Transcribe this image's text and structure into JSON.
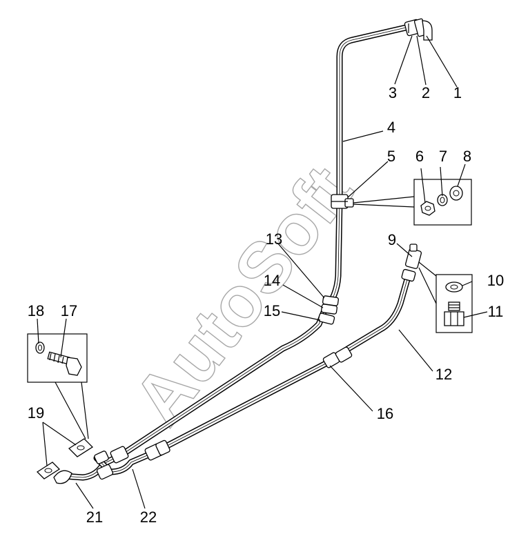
{
  "watermark": "AutoSoft",
  "callouts": [
    "1",
    "2",
    "3",
    "4",
    "5",
    "6",
    "7",
    "8",
    "9",
    "10",
    "11",
    "12",
    "13",
    "14",
    "15",
    "16",
    "17",
    "18",
    "19",
    "21",
    "22"
  ]
}
